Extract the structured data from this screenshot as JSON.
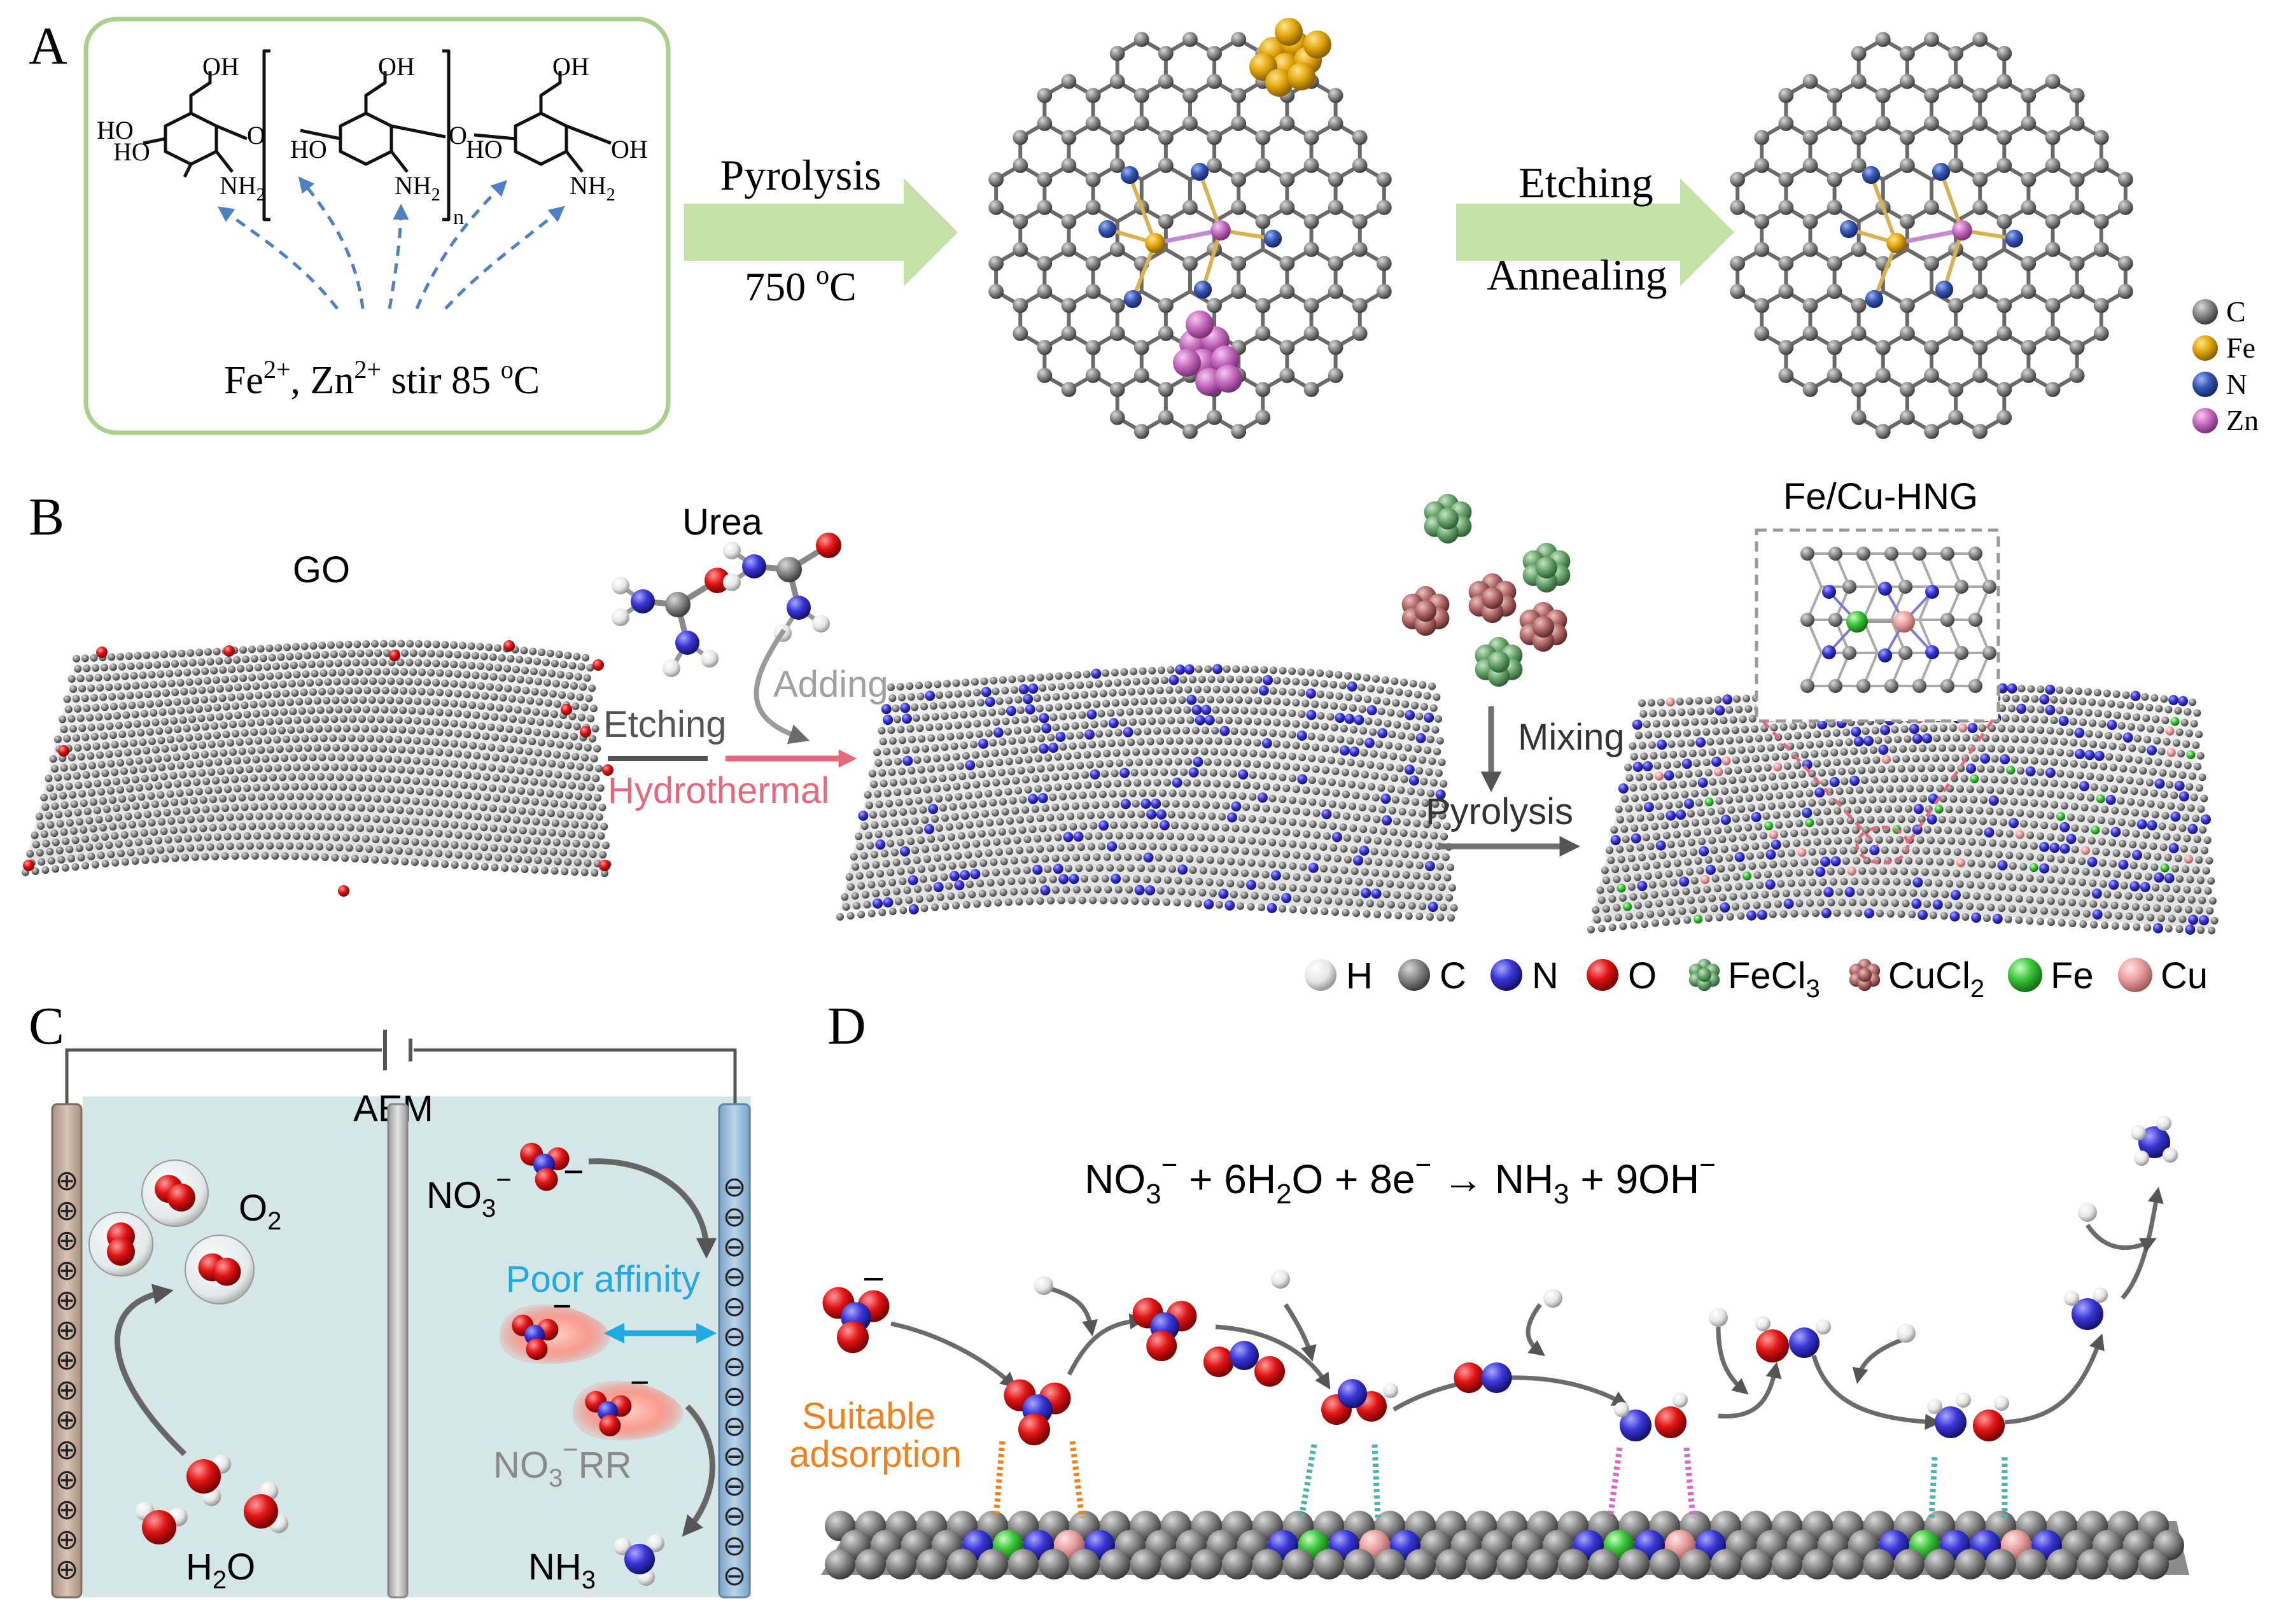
{
  "panels": {
    "a": {
      "label": "A",
      "monomer_oh": "OH",
      "monomer_ho": "HO",
      "monomer_nh2": "NH",
      "monomer_sub2": "2",
      "monomer_o": "O",
      "repeat_n": "n",
      "precursor_label": "Fe",
      "precursor_sup1": "2+",
      "precursor_mid": ", Zn",
      "precursor_sup2": "2+",
      "precursor_end": " stir 85 ",
      "precursor_deg": "o",
      "precursor_c": "C",
      "step1_label": "Pyrolysis",
      "step1_temp": "750 ",
      "step1_deg": "o",
      "step1_unit": "C",
      "step2_label1": "Etching",
      "step2_label2": "Annealing",
      "legend": [
        "C",
        "Fe",
        "N",
        "Zn"
      ]
    },
    "b": {
      "label": "B",
      "go_label": "GO",
      "urea_label": "Urea",
      "adding_label": "Adding",
      "etching_label": "Etching",
      "hydrothermal_label": "Hydrothermal",
      "mixing_label": "Mixing",
      "pyrolysis_label": "Pyrolysis",
      "product_label": "Fe/Cu-HNG",
      "legend": {
        "h": "H",
        "c": "C",
        "n": "N",
        "o": "O",
        "fecl": "FeCl",
        "fecl_sub": "3",
        "cucl": "CuCl",
        "cucl_sub": "2",
        "fe": "Fe",
        "cu": "Cu"
      }
    },
    "c": {
      "label": "C",
      "aem_label": "AEM",
      "o2_label": "O",
      "o2_sub": "2",
      "h2o_label1": "H",
      "h2o_sub": "2",
      "h2o_label2": "O",
      "no3_label": "NO",
      "no3_sub": "3",
      "no3_sup": "−",
      "poor_affinity": "Poor affinity",
      "no3rr_label1": "NO",
      "no3rr_sub": "3",
      "no3rr_sup": "−",
      "no3rr_label2": "RR",
      "nh3_label": "NH",
      "nh3_sub": "3",
      "plus": "⊕",
      "minus": "⊖"
    },
    "d": {
      "label": "D",
      "eq_no": "NO",
      "eq_no_sub": "3",
      "eq_no_sup": "−",
      "eq_mid1": " + 6H",
      "eq_h2o_sub": "2",
      "eq_mid2": "O + 8e",
      "eq_e_sup": "−",
      "eq_arrow": " → NH",
      "eq_nh3_sub": "3",
      "eq_end": " + 9OH",
      "eq_oh_sup": "−",
      "suitable1": "Suitable",
      "suitable2": "adsorption",
      "charge": "−"
    }
  },
  "colors": {
    "carbon": "#6f6f6f",
    "iron": "#e2a70f",
    "nitrogen": "#2c4fa8",
    "zinc": "#c66cc0",
    "arrow_green": "#c6e2a8",
    "box_green": "#a9d18e",
    "pink": "#e36a7c",
    "blue_electrode": "#9ec1de",
    "electrolyte": "#d4e6e6",
    "orange": "#f0821e",
    "cyan": "#23a9e1"
  }
}
